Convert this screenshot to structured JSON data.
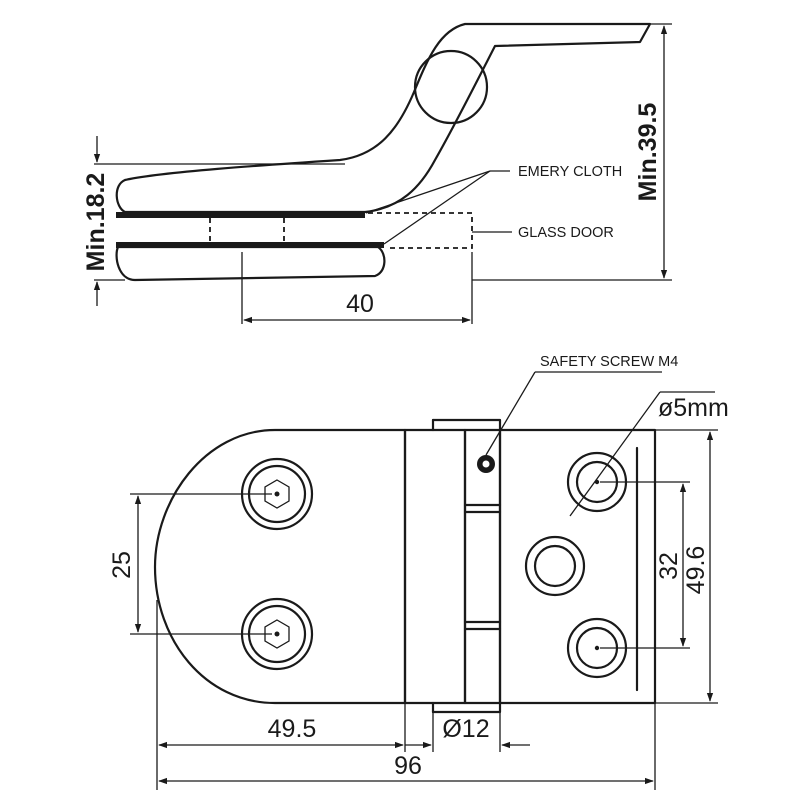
{
  "side_view": {
    "emery_cloth_label": "EMERY CLOTH",
    "glass_door_label": "GLASS DOOR",
    "dim_min_height": "Min.18.2",
    "dim_min_total": "Min.39.5",
    "dim_width": "40"
  },
  "front_view": {
    "safety_screw_label": "SAFETY SCREW M4",
    "hole_diameter": "ø5mm",
    "dim_hole_spacing_left": "25",
    "dim_hole_spacing_right": "32",
    "dim_height": "49.6",
    "dim_left_length": "49.5",
    "dim_pin_diameter": "Ø12",
    "dim_total_length": "96"
  },
  "colors": {
    "line": "#1a1a1a",
    "background": "#ffffff"
  }
}
